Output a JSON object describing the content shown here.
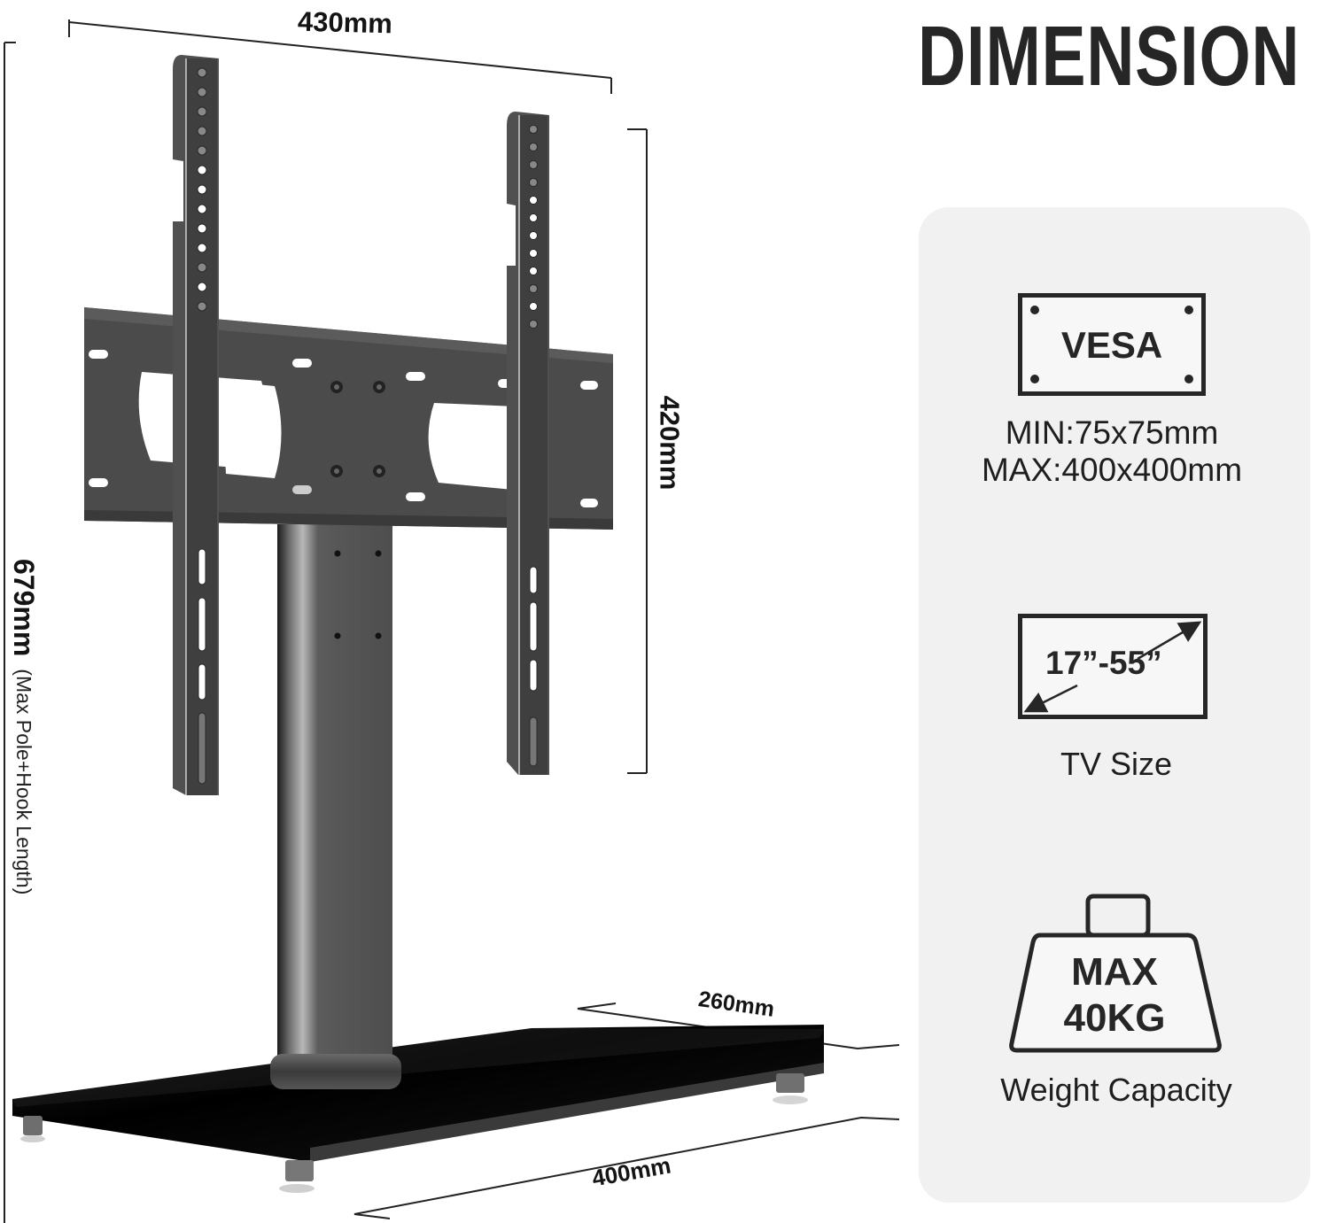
{
  "title": "DIMENSION",
  "dimensions": {
    "width_top": "430mm",
    "mount_height": "420mm",
    "total_height": "679mm",
    "total_height_note": "(Max Pole+Hook Length)",
    "base_depth": "260mm",
    "base_width": "400mm"
  },
  "specs": {
    "vesa": {
      "icon_label": "VESA",
      "min": "MIN:75x75mm",
      "max": "MAX:400x400mm"
    },
    "tv_size": {
      "icon_label": "17”-55”",
      "caption": "TV Size"
    },
    "weight": {
      "icon_line1": "MAX",
      "icon_line2": "40KG",
      "caption": "Weight Capacity"
    }
  },
  "colors": {
    "title": "#262626",
    "panel_bg": "#f1f1f1",
    "bracket": "#4a4a4a",
    "base_glass": "#050505"
  }
}
